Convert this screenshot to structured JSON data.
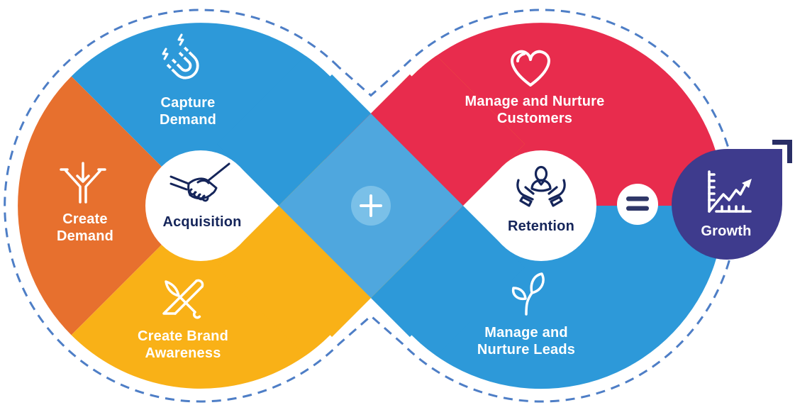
{
  "diagram": {
    "type": "infinity-loop-marketing-funnel",
    "left_loop": {
      "center": {
        "label": "Acquisition",
        "icon": "handshake-icon",
        "color": "#15255A"
      },
      "segments": [
        {
          "id": "capture-demand",
          "label": "Capture\nDemand",
          "icon": "magnet-icon",
          "color": "#2D99D9"
        },
        {
          "id": "create-demand",
          "label": "Create\nDemand",
          "icon": "funnel-arrow-icon",
          "color": "#E7702E"
        },
        {
          "id": "create-brand-awareness",
          "label": "Create Brand\nAwareness",
          "icon": "pencil-brush-icon",
          "color": "#F9B117"
        }
      ]
    },
    "right_loop": {
      "center": {
        "label": "Retention",
        "icon": "person-in-hands-icon",
        "color": "#15255A"
      },
      "segments": [
        {
          "id": "manage-nurture-customers",
          "label": "Manage and Nurture\nCustomers",
          "icon": "heart-icon",
          "color": "#E82C4D"
        },
        {
          "id": "manage-nurture-leads",
          "label": "Manage and\nNurture Leads",
          "icon": "seedling-icon",
          "color": "#2D99D9"
        }
      ]
    },
    "operators": {
      "plus": "+",
      "equals": "="
    },
    "result": {
      "label": "Growth",
      "icon": "growth-chart-icon",
      "color": "#3E3B8D",
      "bracket_color": "#292E66"
    },
    "style": {
      "dashed_outline_color": "#4E7EC6",
      "highlight_band_color": "#4FA7DE",
      "plus_badge_color": "#7AC0E8",
      "equals_badge_background": "#FFFFFF",
      "equals_glyph_color": "#2F3768",
      "background": "#FFFFFF"
    }
  }
}
